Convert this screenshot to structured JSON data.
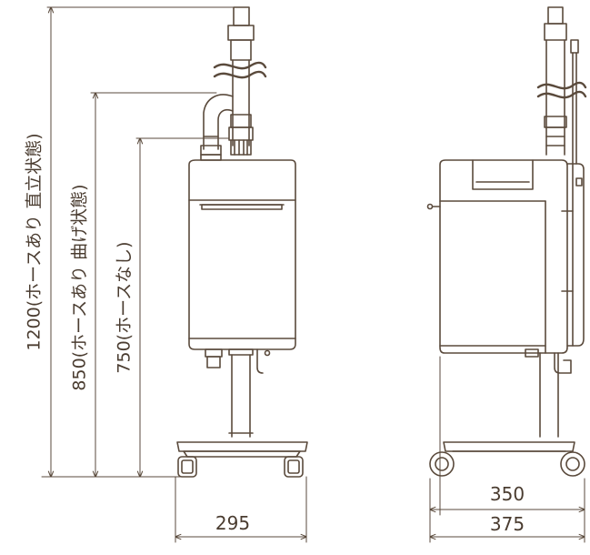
{
  "labels": {
    "h_upright": "1200(ホースあり 直立状態)",
    "h_bent": "850(ホースあり 曲げ状態)",
    "h_nohose": "750(ホースなし)",
    "w_front": "295",
    "w_body": "350",
    "w_overall": "375"
  },
  "colors": {
    "line": "#5a4a3c",
    "text": "#4a3c30"
  }
}
